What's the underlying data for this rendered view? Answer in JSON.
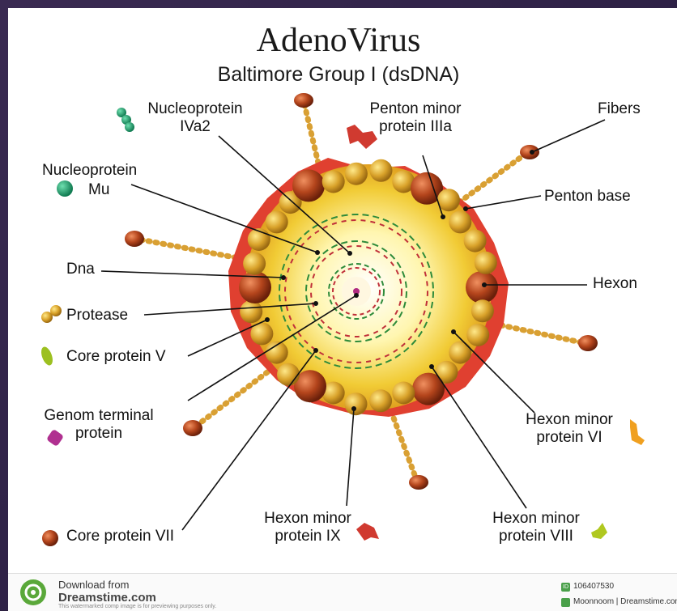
{
  "title": "AdenoVirus",
  "subtitle": "Baltimore Group I (dsDNA)",
  "labels": {
    "nucleoprotein_iva2": [
      "Nucleoprotein",
      "IVa2"
    ],
    "penton_minor": [
      "Penton minor",
      "protein IIIa"
    ],
    "fibers": "Fibers",
    "nucleoprotein_mu": [
      "Nucleoprotein",
      "Mu"
    ],
    "penton_base": "Penton base",
    "dna": "Dna",
    "hexon": "Hexon",
    "protease": "Protease",
    "core_v": "Core protein V",
    "genom_terminal": [
      "Genom terminal",
      "protein"
    ],
    "hexon_minor_vi": [
      "Hexon minor",
      "protein VI"
    ],
    "core_vii": "Core protein VII",
    "hexon_minor_ix": [
      "Hexon minor",
      "protein IX"
    ],
    "hexon_minor_viii": [
      "Hexon minor",
      "protein VIII"
    ]
  },
  "footer": {
    "download_from": "Download from",
    "site": "Dreamstime.com",
    "note": "This watermarked comp image is for previewing purposes only.",
    "id_badge": "ID",
    "image_id": "106407530",
    "credit": "Moonnoom | Dreamstime.com"
  },
  "colors": {
    "capsid_outer": "#e04030",
    "capsid_inner": "#f2cf3a",
    "core_glow": "#fff8c0",
    "hexon_sphere": "#c9962a",
    "penton_sphere": "#a03c18",
    "fiber": "#d9a033",
    "dna_green": "#2e8b3a",
    "dna_red": "#c0303a"
  },
  "icons": [
    "dreamstime-logo-icon",
    "scissors-icon",
    "id-badge-icon",
    "credit-badge-icon"
  ]
}
